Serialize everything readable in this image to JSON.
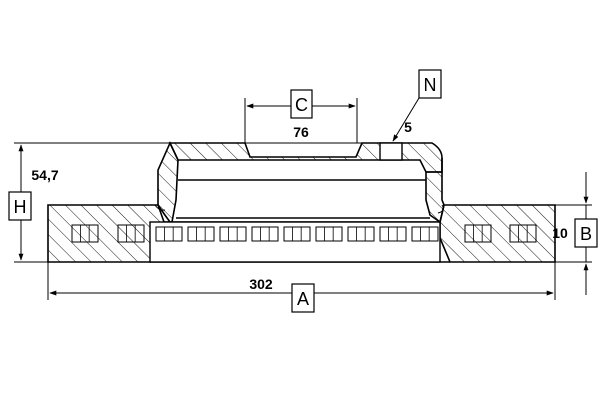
{
  "drawing": {
    "dimensions": {
      "c_value": "76",
      "n_value": "5",
      "h_value": "54,7",
      "a_value": "302",
      "b_value": "10"
    },
    "letters": {
      "c": "C",
      "n": "N",
      "h": "H",
      "a": "A",
      "b": "B"
    }
  }
}
